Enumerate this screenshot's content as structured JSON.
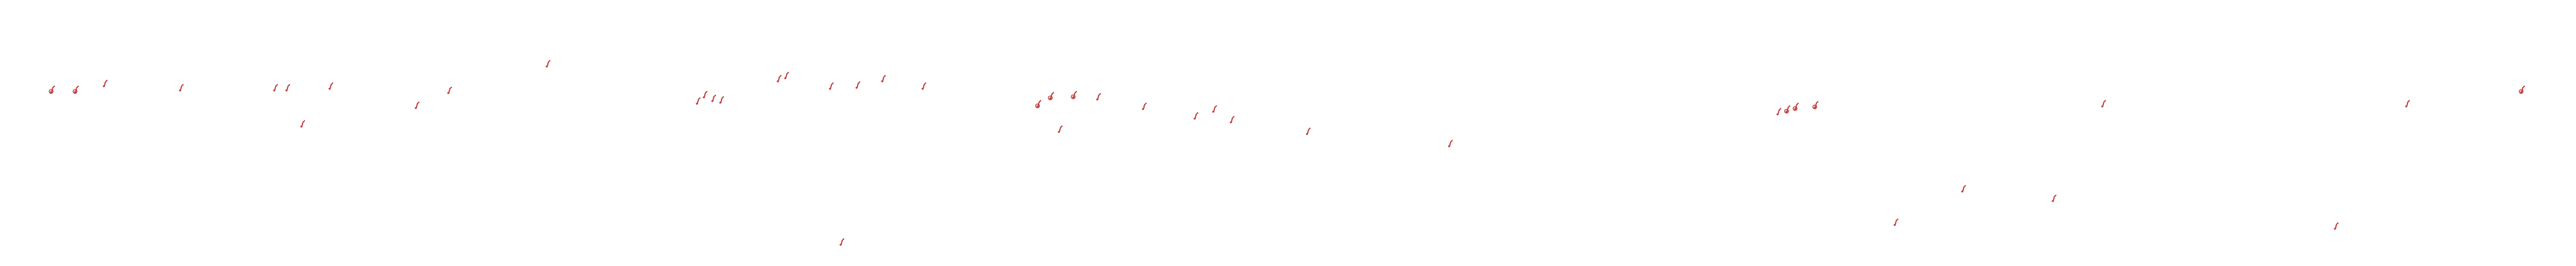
{
  "scene": {
    "background": "#ffffff",
    "mark_color": "#c23a3a",
    "mark_shape": "small red tick-and-dot glyph",
    "marks": [
      {
        "kind": "ring"
      },
      {
        "kind": "ring"
      },
      {
        "kind": "tick"
      },
      {
        "kind": "tick"
      },
      {
        "kind": "tick"
      },
      {
        "kind": "tick"
      },
      {
        "kind": "tick"
      },
      {
        "kind": "tick"
      },
      {
        "kind": "tick"
      },
      {
        "kind": "tick"
      },
      {
        "kind": "tick"
      },
      {
        "kind": "tick"
      },
      {
        "kind": "tick"
      },
      {
        "kind": "tick"
      },
      {
        "kind": "tick"
      },
      {
        "kind": "tick"
      },
      {
        "kind": "tick"
      },
      {
        "kind": "tick"
      },
      {
        "kind": "tick"
      },
      {
        "kind": "tick"
      },
      {
        "kind": "tick"
      },
      {
        "kind": "tick"
      },
      {
        "kind": "ring"
      },
      {
        "kind": "ring"
      },
      {
        "kind": "tick"
      },
      {
        "kind": "ring"
      },
      {
        "kind": "tick"
      },
      {
        "kind": "tick"
      },
      {
        "kind": "tick"
      },
      {
        "kind": "tick"
      },
      {
        "kind": "tick"
      },
      {
        "kind": "tick"
      },
      {
        "kind": "tick"
      },
      {
        "kind": "tick"
      },
      {
        "kind": "ring"
      },
      {
        "kind": "ring"
      },
      {
        "kind": "ring"
      },
      {
        "kind": "tick"
      },
      {
        "kind": "tick"
      },
      {
        "kind": "tick"
      },
      {
        "kind": "tick"
      },
      {
        "kind": "tick"
      },
      {
        "kind": "tick"
      },
      {
        "kind": "ring"
      }
    ]
  }
}
